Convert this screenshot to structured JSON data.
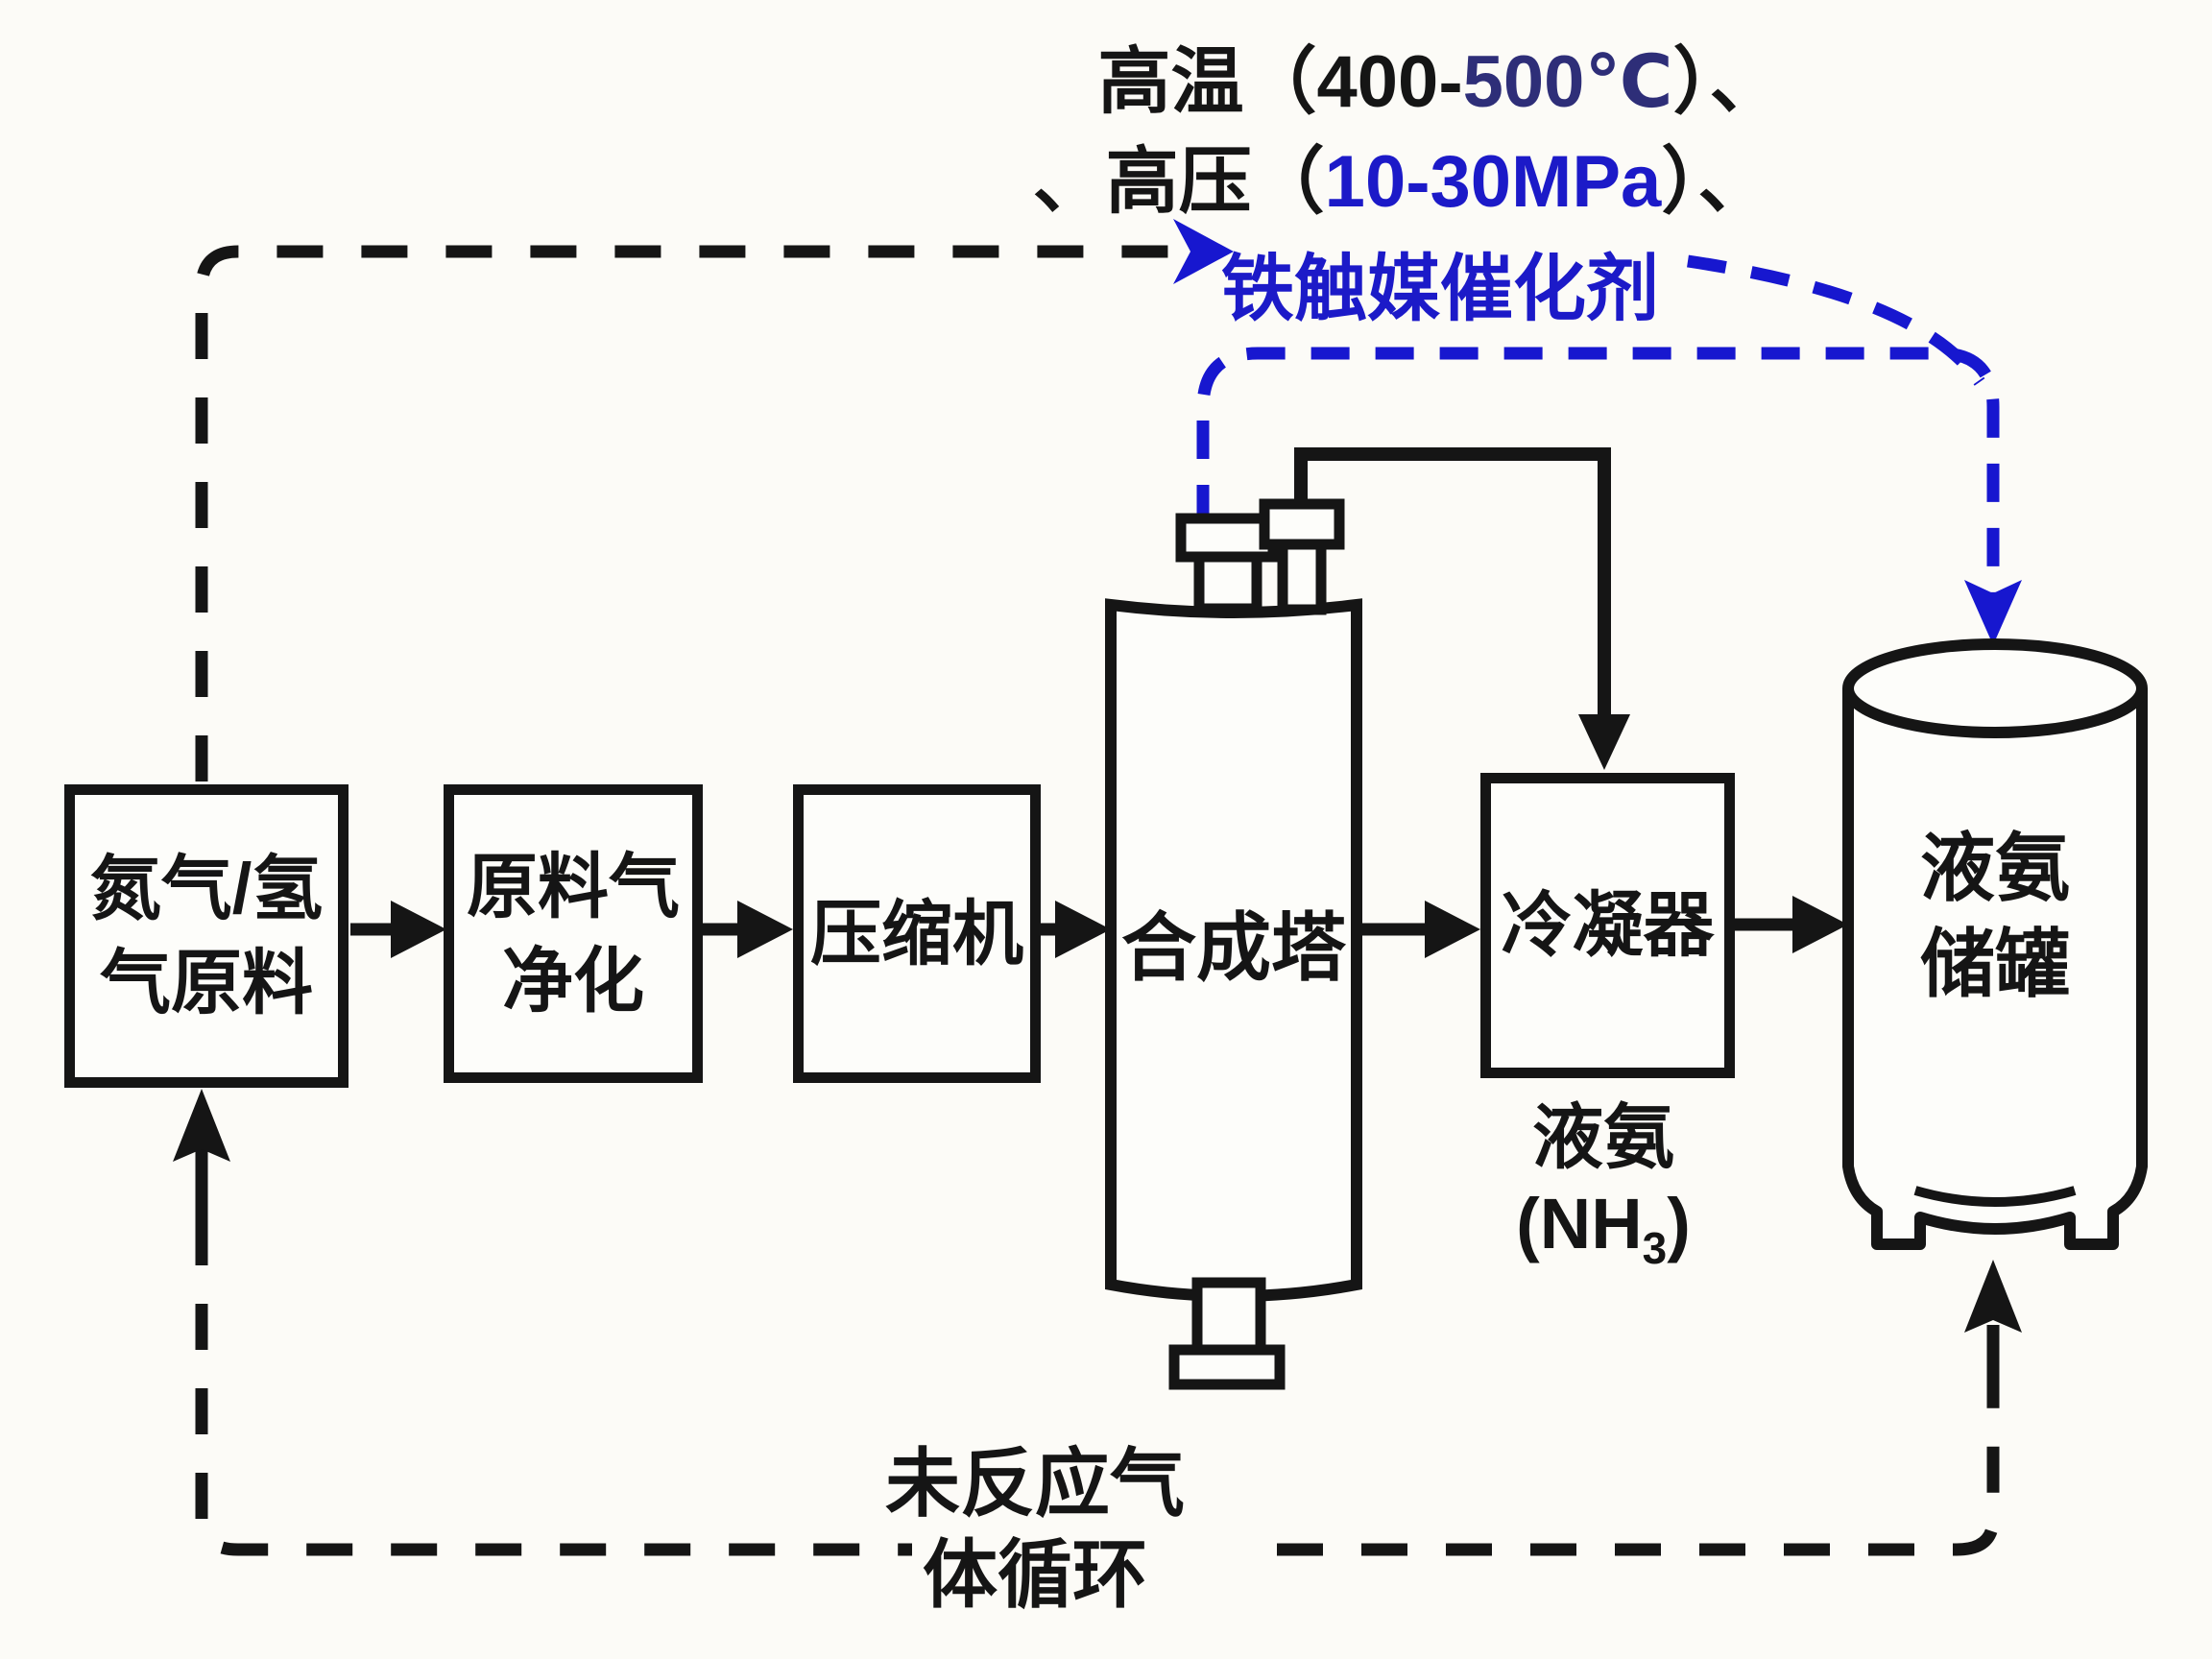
{
  "conditions": {
    "line1_seg1": "高温（400-",
    "line1_seg2": "500℃",
    "line1_seg3": "）、",
    "line2_seg1": "、高压（",
    "line2_seg2": "10-30MPa",
    "line2_seg3": "）、",
    "line3": "铁触媒催化剂"
  },
  "boxes": {
    "feed": {
      "line1": "氮气/氢",
      "line2": "气原料"
    },
    "purification": {
      "line1": "原料气",
      "line2": "净化"
    },
    "compressor": {
      "label": "压缩机"
    },
    "synthesis_tower": {
      "label": "合成塔"
    },
    "condenser": {
      "label": "冷凝器"
    },
    "tank": {
      "line1": "液氨",
      "line2": "储罐"
    }
  },
  "labels": {
    "liquid_ammonia": "液氨",
    "nh3_pre": "(NH",
    "nh3_sub": "3",
    "nh3_post": ")",
    "recycle_line1": "未反应气",
    "recycle_line2": "体循环"
  },
  "colors": {
    "diagram_blue": "#1717cf",
    "text_blue": "#1c1ac8",
    "temp_highlight_navy": "#2e2e78",
    "line_black": "#151515",
    "background": "#fcfbf7"
  }
}
